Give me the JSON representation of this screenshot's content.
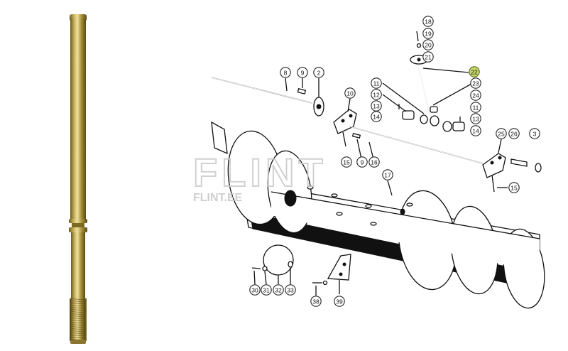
{
  "watermark": {
    "logo": "FLINT",
    "site": "FLINT.EE"
  },
  "highlight_color": "#c9d66a",
  "callouts": [
    {
      "id": "c18",
      "label": "18"
    },
    {
      "id": "c19",
      "label": "19"
    },
    {
      "id": "c20",
      "label": "20"
    },
    {
      "id": "c21",
      "label": "21"
    },
    {
      "id": "c22",
      "label": "22",
      "highlighted": true
    },
    {
      "id": "c23",
      "label": "23"
    },
    {
      "id": "c24",
      "label": "24"
    },
    {
      "id": "c11b",
      "label": "11"
    },
    {
      "id": "c13b",
      "label": "13"
    },
    {
      "id": "c14b",
      "label": "14"
    },
    {
      "id": "c11a",
      "label": "11"
    },
    {
      "id": "c12",
      "label": "12"
    },
    {
      "id": "c13a",
      "label": "13"
    },
    {
      "id": "c14a",
      "label": "14"
    },
    {
      "id": "c8",
      "label": "8"
    },
    {
      "id": "c9a",
      "label": "9"
    },
    {
      "id": "c2",
      "label": "2"
    },
    {
      "id": "c10",
      "label": "10"
    },
    {
      "id": "c15a",
      "label": "15"
    },
    {
      "id": "c9b",
      "label": "9"
    },
    {
      "id": "c16",
      "label": "16"
    },
    {
      "id": "c17",
      "label": "17"
    },
    {
      "id": "c25",
      "label": "25"
    },
    {
      "id": "c26",
      "label": "26"
    },
    {
      "id": "c3",
      "label": "3"
    },
    {
      "id": "c15b",
      "label": "15"
    },
    {
      "id": "c30",
      "label": "30"
    },
    {
      "id": "c31",
      "label": "31"
    },
    {
      "id": "c32",
      "label": "32"
    },
    {
      "id": "c33",
      "label": "33"
    },
    {
      "id": "c38",
      "label": "38"
    },
    {
      "id": "c39",
      "label": "39"
    }
  ]
}
